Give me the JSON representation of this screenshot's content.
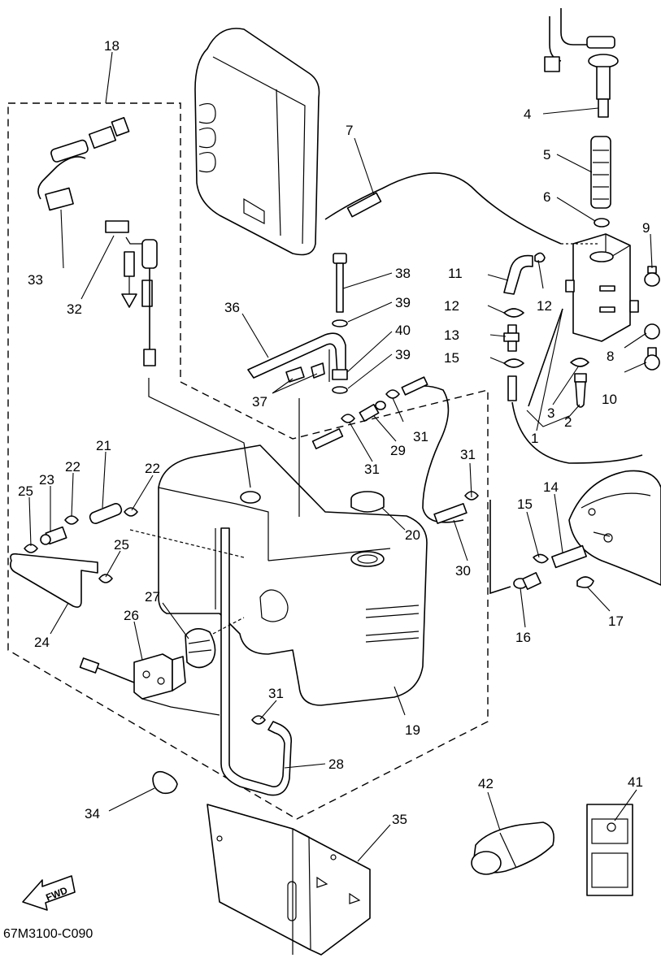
{
  "diagram": {
    "catalog_code": "67M3100-C090",
    "fwd_label": "FWD",
    "callouts": [
      {
        "id": "1",
        "label": "1"
      },
      {
        "id": "2",
        "label": "2"
      },
      {
        "id": "3",
        "label": "3"
      },
      {
        "id": "4",
        "label": "4"
      },
      {
        "id": "5",
        "label": "5"
      },
      {
        "id": "6",
        "label": "6"
      },
      {
        "id": "7",
        "label": "7"
      },
      {
        "id": "8",
        "label": "8"
      },
      {
        "id": "9",
        "label": "9"
      },
      {
        "id": "10",
        "label": "10"
      },
      {
        "id": "11",
        "label": "11"
      },
      {
        "id": "12a",
        "label": "12"
      },
      {
        "id": "12b",
        "label": "12"
      },
      {
        "id": "13",
        "label": "13"
      },
      {
        "id": "14",
        "label": "14"
      },
      {
        "id": "15a",
        "label": "15"
      },
      {
        "id": "15b",
        "label": "15"
      },
      {
        "id": "16",
        "label": "16"
      },
      {
        "id": "17",
        "label": "17"
      },
      {
        "id": "18",
        "label": "18"
      },
      {
        "id": "19",
        "label": "19"
      },
      {
        "id": "20",
        "label": "20"
      },
      {
        "id": "21",
        "label": "21"
      },
      {
        "id": "22a",
        "label": "22"
      },
      {
        "id": "22b",
        "label": "22"
      },
      {
        "id": "23",
        "label": "23"
      },
      {
        "id": "24",
        "label": "24"
      },
      {
        "id": "25a",
        "label": "25"
      },
      {
        "id": "25b",
        "label": "25"
      },
      {
        "id": "26",
        "label": "26"
      },
      {
        "id": "27",
        "label": "27"
      },
      {
        "id": "28",
        "label": "28"
      },
      {
        "id": "29",
        "label": "29"
      },
      {
        "id": "30",
        "label": "30"
      },
      {
        "id": "31a",
        "label": "31"
      },
      {
        "id": "31b",
        "label": "31"
      },
      {
        "id": "31c",
        "label": "31"
      },
      {
        "id": "31d",
        "label": "31"
      },
      {
        "id": "32",
        "label": "32"
      },
      {
        "id": "33",
        "label": "33"
      },
      {
        "id": "34",
        "label": "34"
      },
      {
        "id": "35",
        "label": "35"
      },
      {
        "id": "36",
        "label": "36"
      },
      {
        "id": "37",
        "label": "37"
      },
      {
        "id": "38",
        "label": "38"
      },
      {
        "id": "39a",
        "label": "39"
      },
      {
        "id": "39b",
        "label": "39"
      },
      {
        "id": "40",
        "label": "40"
      },
      {
        "id": "41",
        "label": "41"
      },
      {
        "id": "42",
        "label": "42"
      }
    ]
  }
}
